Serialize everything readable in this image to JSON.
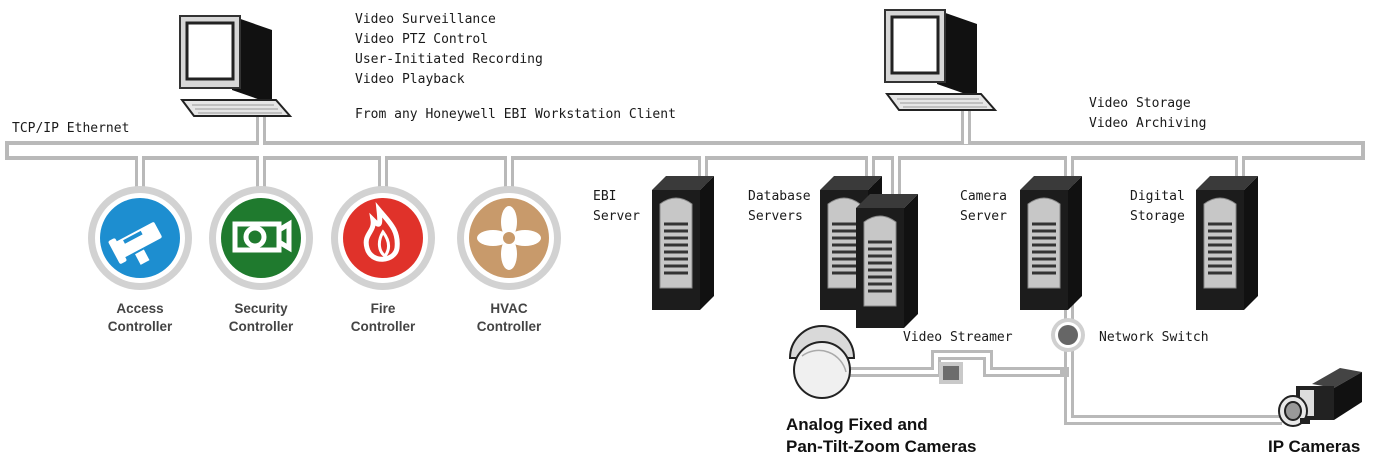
{
  "network_label": "TCP/IP Ethernet",
  "workstation_features": [
    "Video Surveillance",
    "Video PTZ Control",
    "User-Initiated Recording",
    "Video Playback"
  ],
  "workstation_note": "From any Honeywell EBI Workstation Client",
  "storage_features": [
    "Video Storage",
    "Video Archiving"
  ],
  "controllers": [
    {
      "line1": "Access",
      "line2": "Controller",
      "icon": "access-card-icon",
      "color": "#1d8ed0"
    },
    {
      "line1": "Security",
      "line2": "Controller",
      "icon": "security-camera-icon",
      "color": "#1f7a2e"
    },
    {
      "line1": "Fire",
      "line2": "Controller",
      "icon": "flame-icon",
      "color": "#e0322a"
    },
    {
      "line1": "HVAC",
      "line2": "Controller",
      "icon": "fan-icon",
      "color": "#c89a6b"
    }
  ],
  "servers": {
    "ebi": {
      "line1": "EBI",
      "line2": "Server"
    },
    "database": {
      "line1": "Database",
      "line2": "Servers"
    },
    "camera": {
      "line1": "Camera",
      "line2": "Server"
    },
    "storage": {
      "line1": "Digital",
      "line2": "Storage"
    }
  },
  "video_streamer": "Video Streamer",
  "network_switch": "Network Switch",
  "analog_cameras": {
    "line1": "Analog Fixed and",
    "line2": "Pan-Tilt-Zoom Cameras"
  },
  "ip_cameras": "IP Cameras"
}
